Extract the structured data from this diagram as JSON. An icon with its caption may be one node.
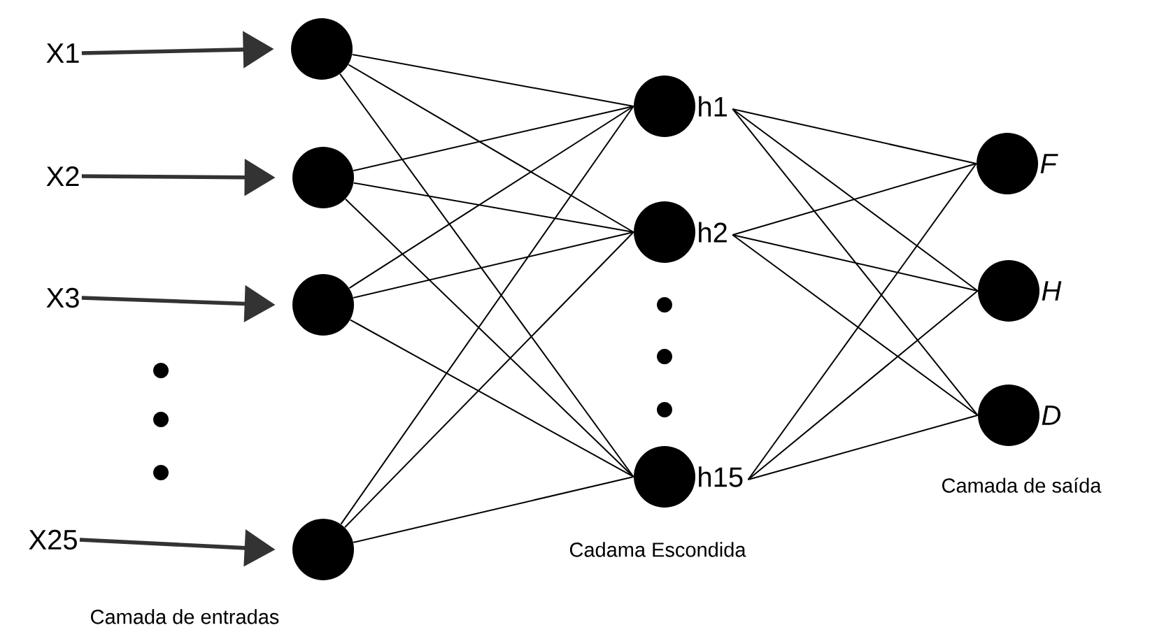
{
  "diagram": {
    "nodes": [
      {
        "text": [
          "X1"
        ]
      },
      {
        "text": [
          "X2"
        ]
      },
      {
        "text": [
          "X3"
        ]
      },
      {
        "text": [
          "X25"
        ]
      },
      {
        "text": [],
        "shape": "circle"
      },
      {
        "text": [],
        "shape": "circle"
      },
      {
        "text": [],
        "shape": "circle"
      },
      {
        "text": [],
        "shape": "circle"
      },
      {
        "text": [],
        "shape": "circle",
        "beside": [
          "h1"
        ]
      },
      {
        "text": [],
        "shape": "circle",
        "beside": [
          "h2"
        ]
      },
      {
        "text": [],
        "shape": "circle",
        "beside": [
          "h15"
        ]
      },
      {
        "text": [],
        "shape": "circle",
        "beside": [
          "F"
        ]
      },
      {
        "text": [],
        "shape": "circle",
        "beside": [
          "H"
        ]
      },
      {
        "text": [],
        "shape": "circle",
        "beside": [
          "D"
        ]
      }
    ],
    "edges": [
      {
        "from": 0,
        "to": 4,
        "arrow": "to",
        "style": "thick",
        "color": "#333333"
      },
      {
        "from": 1,
        "to": 5,
        "arrow": "to",
        "style": "thick",
        "color": "#333333"
      },
      {
        "from": 2,
        "to": 6,
        "arrow": "to",
        "style": "thick",
        "color": "#333333"
      },
      {
        "from": 3,
        "to": 7,
        "arrow": "to",
        "style": "thick",
        "color": "#333333"
      },
      {
        "from": 4,
        "to": 8,
        "arrow": "none"
      },
      {
        "from": 4,
        "to": 9,
        "arrow": "none"
      },
      {
        "from": 4,
        "to": 10,
        "arrow": "none"
      },
      {
        "from": 5,
        "to": 8,
        "arrow": "none"
      },
      {
        "from": 5,
        "to": 9,
        "arrow": "none"
      },
      {
        "from": 5,
        "to": 10,
        "arrow": "none"
      },
      {
        "from": 6,
        "to": 8,
        "arrow": "none"
      },
      {
        "from": 6,
        "to": 9,
        "arrow": "none"
      },
      {
        "from": 6,
        "to": 10,
        "arrow": "none"
      },
      {
        "from": 7,
        "to": 8,
        "arrow": "none"
      },
      {
        "from": 7,
        "to": 9,
        "arrow": "none"
      },
      {
        "from": 7,
        "to": 10,
        "arrow": "none"
      },
      {
        "from": 8,
        "to": 11,
        "arrow": "none"
      },
      {
        "from": 8,
        "to": 12,
        "arrow": "none"
      },
      {
        "from": 8,
        "to": 13,
        "arrow": "none"
      },
      {
        "from": 9,
        "to": 11,
        "arrow": "none"
      },
      {
        "from": 9,
        "to": 12,
        "arrow": "none"
      },
      {
        "from": 9,
        "to": 13,
        "arrow": "none"
      },
      {
        "from": 10,
        "to": 11,
        "arrow": "none"
      },
      {
        "from": 10,
        "to": 12,
        "arrow": "none"
      },
      {
        "from": 10,
        "to": 13,
        "arrow": "none"
      }
    ],
    "labels": [
      "Camada de entradas",
      "Cadama Escondida",
      "Camada de saída"
    ]
  }
}
